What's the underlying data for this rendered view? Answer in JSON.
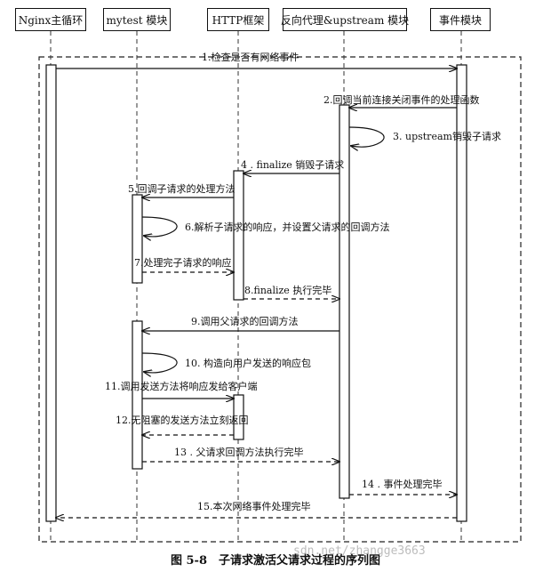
{
  "participants": [
    "Nginx主循环",
    "mytest 模块",
    "HTTP框架",
    "反向代理&upstream 模块",
    "事件模块"
  ],
  "messages": [
    "1.检查是否有网络事件",
    "2.回调当前连接关闭事件的处理函数",
    "3. upstream销毁子请求",
    "4 . finalize 销毁子请求",
    "5.回调子请求的处理方法",
    "6.解析子请求的响应，并设置父请求的回调方法",
    "7.处理完子请求的响应",
    "8.finalize 执行完毕",
    "9.调用父请求的回调方法",
    "10. 构造向用户发送的响应包",
    "11.调用发送方法将响应发给客户端",
    "12.无阻塞的发送方法立刻返回",
    "13 . 父请求回调方法执行完毕",
    "14 . 事件处理完毕",
    "15.本次网络事件处理完毕"
  ],
  "caption": "图 5-8　子请求激活父请求过程的序列图",
  "watermark": "sdn.net/zhangge3663"
}
